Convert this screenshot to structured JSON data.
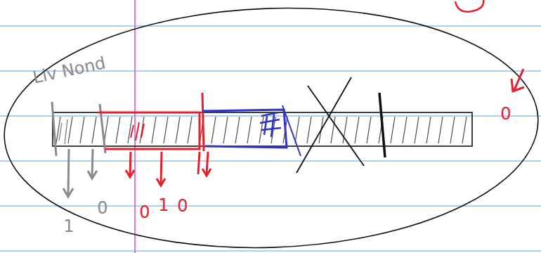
{
  "diagram": {
    "labels": [
      "Liv Nond",
      "0",
      "0",
      "0",
      "1",
      "0",
      "1"
    ]
  }
}
